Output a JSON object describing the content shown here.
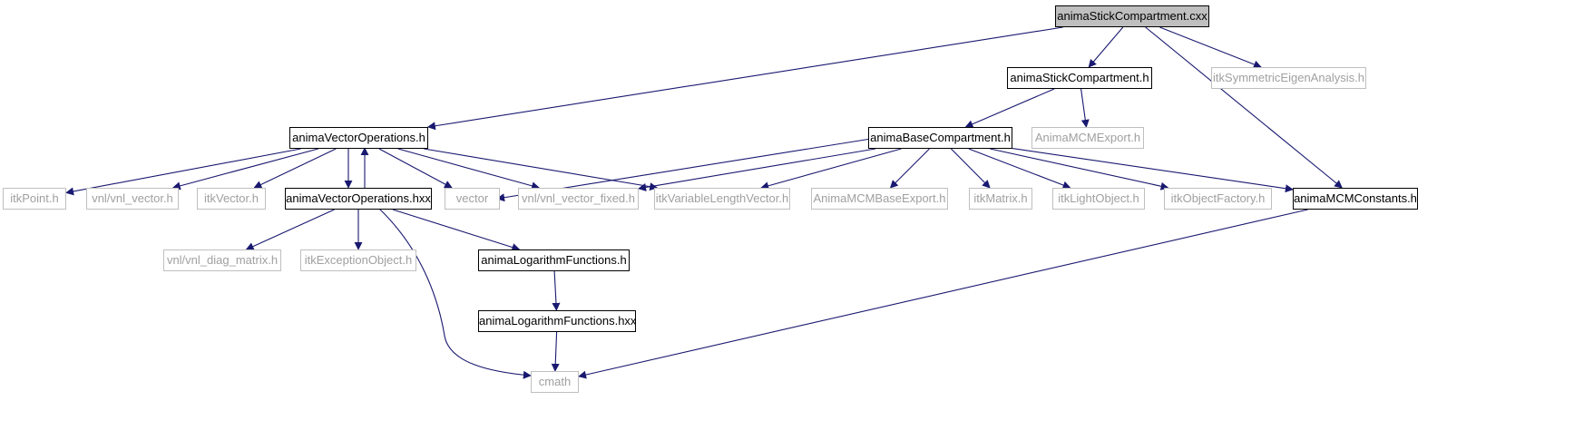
{
  "colors": {
    "edge": "#191970",
    "root_fill": "#bfbfbf",
    "doc_border": "#000000",
    "ext_border": "#bfbfbf",
    "ext_text": "#a0a0a0"
  },
  "nodes": [
    {
      "id": "root",
      "label": "animaStickCompartment.cxx",
      "kind": "root"
    },
    {
      "id": "stick_h",
      "label": "animaStickCompartment.h",
      "kind": "doc"
    },
    {
      "id": "vecops_h",
      "label": "animaVectorOperations.h",
      "kind": "doc"
    },
    {
      "id": "base_h",
      "label": "animaBaseCompartment.h",
      "kind": "doc"
    },
    {
      "id": "mcmconst_h",
      "label": "animaMCMConstants.h",
      "kind": "doc"
    },
    {
      "id": "vecops_hxx",
      "label": "animaVectorOperations.hxx",
      "kind": "doc"
    },
    {
      "id": "logfn_h",
      "label": "animaLogarithmFunctions.h",
      "kind": "doc"
    },
    {
      "id": "logfn_hxx",
      "label": "animaLogarithmFunctions.hxx",
      "kind": "doc"
    },
    {
      "id": "symeig_h",
      "label": "itkSymmetricEigenAnalysis.h",
      "kind": "ext"
    },
    {
      "id": "mcmexport_h",
      "label": "AnimaMCMExport.h",
      "kind": "ext"
    },
    {
      "id": "itkpoint_h",
      "label": "itkPoint.h",
      "kind": "ext"
    },
    {
      "id": "vnlvector_h",
      "label": "vnl/vnl_vector.h",
      "kind": "ext"
    },
    {
      "id": "itkvector_h",
      "label": "itkVector.h",
      "kind": "ext"
    },
    {
      "id": "vector",
      "label": "vector",
      "kind": "ext"
    },
    {
      "id": "vnlfixed_h",
      "label": "vnl/vnl_vector_fixed.h",
      "kind": "ext"
    },
    {
      "id": "itkvarlen_h",
      "label": "itkVariableLengthVector.h",
      "kind": "ext"
    },
    {
      "id": "mcmbaseexport_h",
      "label": "AnimaMCMBaseExport.h",
      "kind": "ext"
    },
    {
      "id": "itkmatrix_h",
      "label": "itkMatrix.h",
      "kind": "ext"
    },
    {
      "id": "itklight_h",
      "label": "itkLightObject.h",
      "kind": "ext"
    },
    {
      "id": "itkfactory_h",
      "label": "itkObjectFactory.h",
      "kind": "ext"
    },
    {
      "id": "vnldiag_h",
      "label": "vnl/vnl_diag_matrix.h",
      "kind": "ext"
    },
    {
      "id": "itkexc_h",
      "label": "itkExceptionObject.h",
      "kind": "ext"
    },
    {
      "id": "cmath",
      "label": "cmath",
      "kind": "ext"
    }
  ],
  "edges": [
    [
      "root",
      "stick_h"
    ],
    [
      "root",
      "vecops_h"
    ],
    [
      "root",
      "symeig_h"
    ],
    [
      "root",
      "mcmconst_h"
    ],
    [
      "stick_h",
      "base_h"
    ],
    [
      "stick_h",
      "mcmexport_h"
    ],
    [
      "vecops_h",
      "itkpoint_h"
    ],
    [
      "vecops_h",
      "vnlvector_h"
    ],
    [
      "vecops_h",
      "itkvector_h"
    ],
    [
      "vecops_h",
      "vecops_hxx"
    ],
    [
      "vecops_h",
      "vector"
    ],
    [
      "vecops_h",
      "vnlfixed_h"
    ],
    [
      "vecops_h",
      "itkvarlen_h"
    ],
    [
      "vecops_hxx",
      "vecops_h"
    ],
    [
      "vecops_hxx",
      "vnldiag_h"
    ],
    [
      "vecops_hxx",
      "itkexc_h"
    ],
    [
      "vecops_hxx",
      "logfn_h"
    ],
    [
      "vecops_hxx",
      "cmath"
    ],
    [
      "base_h",
      "vector"
    ],
    [
      "base_h",
      "vnlfixed_h"
    ],
    [
      "base_h",
      "itkvarlen_h"
    ],
    [
      "base_h",
      "mcmbaseexport_h"
    ],
    [
      "base_h",
      "itkmatrix_h"
    ],
    [
      "base_h",
      "itklight_h"
    ],
    [
      "base_h",
      "itkfactory_h"
    ],
    [
      "base_h",
      "mcmconst_h"
    ],
    [
      "mcmconst_h",
      "cmath"
    ],
    [
      "logfn_h",
      "logfn_hxx"
    ],
    [
      "logfn_hxx",
      "cmath"
    ]
  ]
}
